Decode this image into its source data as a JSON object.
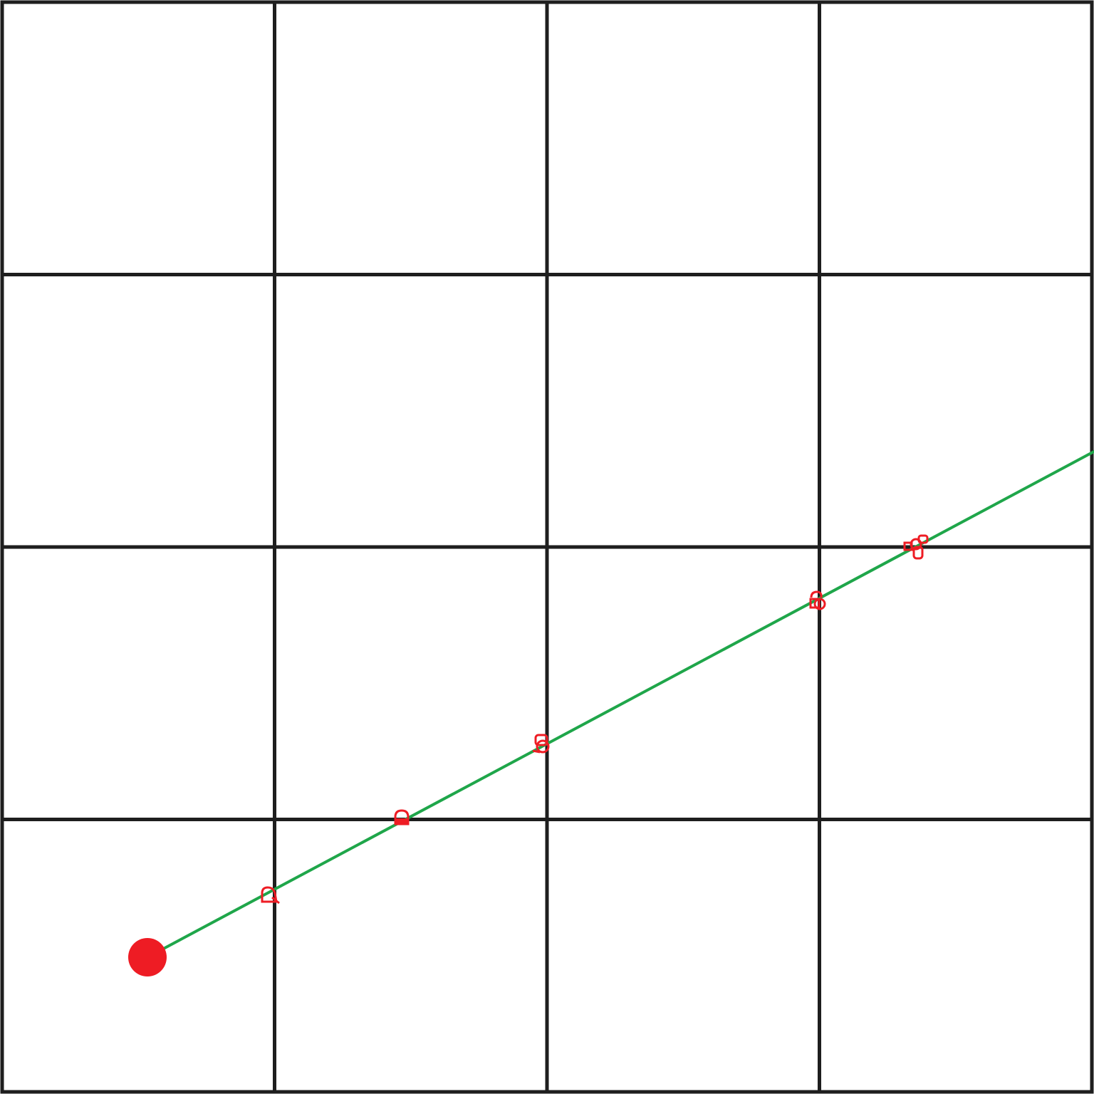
{
  "grid": {
    "rows": 4,
    "columns": 4,
    "line_color": "#1e1e1e",
    "background": "#ffffff"
  },
  "ray": {
    "color": "#1fa64a",
    "origin_color": "#ee1c24"
  },
  "intersection_markers": {
    "color": "#ee1c24",
    "count": 6
  }
}
